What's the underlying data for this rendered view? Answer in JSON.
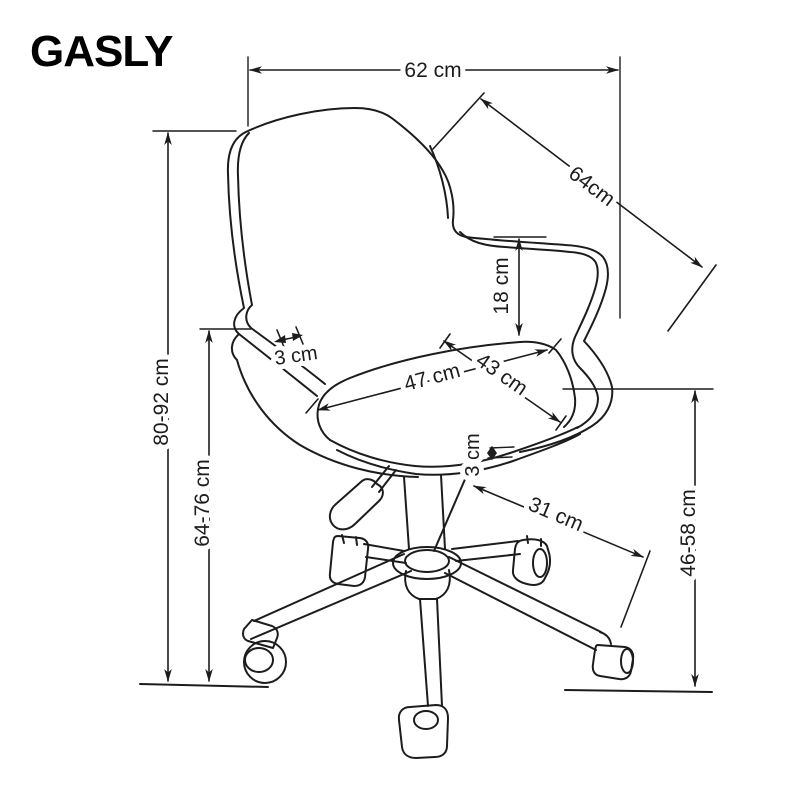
{
  "title": "GASLY",
  "dimensions": {
    "top_width": "62 cm",
    "backrest_diagonal": "64cm",
    "armrest_above_seat": "18 cm",
    "shell_thickness": "3 cm",
    "seat_width": "47 cm",
    "seat_depth": "43 cm",
    "seat_thickness": "3 cm",
    "base_arm_length": "31 cm",
    "total_height": "80-92 cm",
    "armrest_height": "64-76 cm",
    "seat_height": "46-58 cm"
  },
  "colors": {
    "ink": "#1c1c1c",
    "background": "#ffffff"
  }
}
